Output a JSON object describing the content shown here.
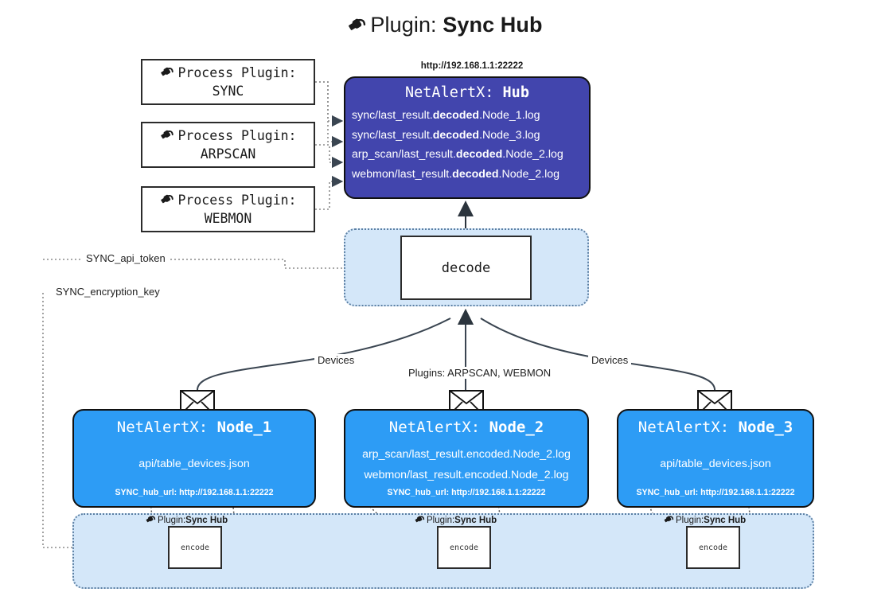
{
  "title": {
    "icon": "plug-icon",
    "prefix": "Plugin: ",
    "name": "Sync Hub"
  },
  "colors": {
    "hub_fill": "#4245ad",
    "node_fill": "#2d9cf5",
    "panel_fill": "#d4e7f9",
    "panel_border": "#5b7fa3",
    "stroke": "#111111",
    "background": "#ffffff"
  },
  "process_plugins": [
    {
      "icon": "plug-icon",
      "line1": "Process Plugin:",
      "line2": "SYNC"
    },
    {
      "icon": "plug-icon",
      "line1": "Process Plugin:",
      "line2": "ARPSCAN"
    },
    {
      "icon": "plug-icon",
      "line1": "Process Plugin:",
      "line2": "WEBMON"
    }
  ],
  "hub": {
    "url": "http://192.168.1.1:22222",
    "title_prefix": "NetAlertX: ",
    "title_name": "Hub",
    "lines": [
      {
        "pre": "sync/last_result.",
        "em": "decoded",
        "post": ".Node_1.log"
      },
      {
        "pre": "sync/last_result.",
        "em": "decoded",
        "post": ".Node_3.log"
      },
      {
        "pre": "arp_scan/last_result.",
        "em": "decoded",
        "post": ".Node_2.log"
      },
      {
        "pre": "webmon/last_result.",
        "em": "decoded",
        "post": ".Node_2.log"
      }
    ]
  },
  "decode": {
    "label": "decode"
  },
  "edge_labels": {
    "api_token": "SYNC_api_token",
    "encryption_key": "SYNC_encryption_key",
    "devices_left": "Devices",
    "devices_right": "Devices",
    "plugins_middle": "Plugins: ARPSCAN, WEBMON"
  },
  "nodes": [
    {
      "title_prefix": "NetAlertX: ",
      "title_name": "Node_1",
      "lines": [
        "api/table_devices.json"
      ],
      "footer": "SYNC_hub_url: http://192.168.1.1:22222",
      "icon": "envelope-icon"
    },
    {
      "title_prefix": "NetAlertX: ",
      "title_name": "Node_2",
      "lines": [
        "arp_scan/last_result.encoded.Node_2.log",
        "webmon/last_result.encoded.Node_2.log"
      ],
      "footer": "SYNC_hub_url: http://192.168.1.1:22222",
      "icon": "envelope-icon"
    },
    {
      "title_prefix": "NetAlertX: ",
      "title_name": "Node_3",
      "lines": [
        "api/table_devices.json"
      ],
      "footer": "SYNC_hub_url: http://192.168.1.1:22222",
      "icon": "envelope-icon"
    }
  ],
  "encoders": [
    {
      "caption_prefix": "Plugin: ",
      "caption_name": "Sync Hub",
      "label": "encode",
      "icon": "plug-icon"
    },
    {
      "caption_prefix": "Plugin: ",
      "caption_name": "Sync Hub",
      "label": "encode",
      "icon": "plug-icon"
    },
    {
      "caption_prefix": "Plugin: ",
      "caption_name": "Sync Hub",
      "label": "encode",
      "icon": "plug-icon"
    }
  ]
}
